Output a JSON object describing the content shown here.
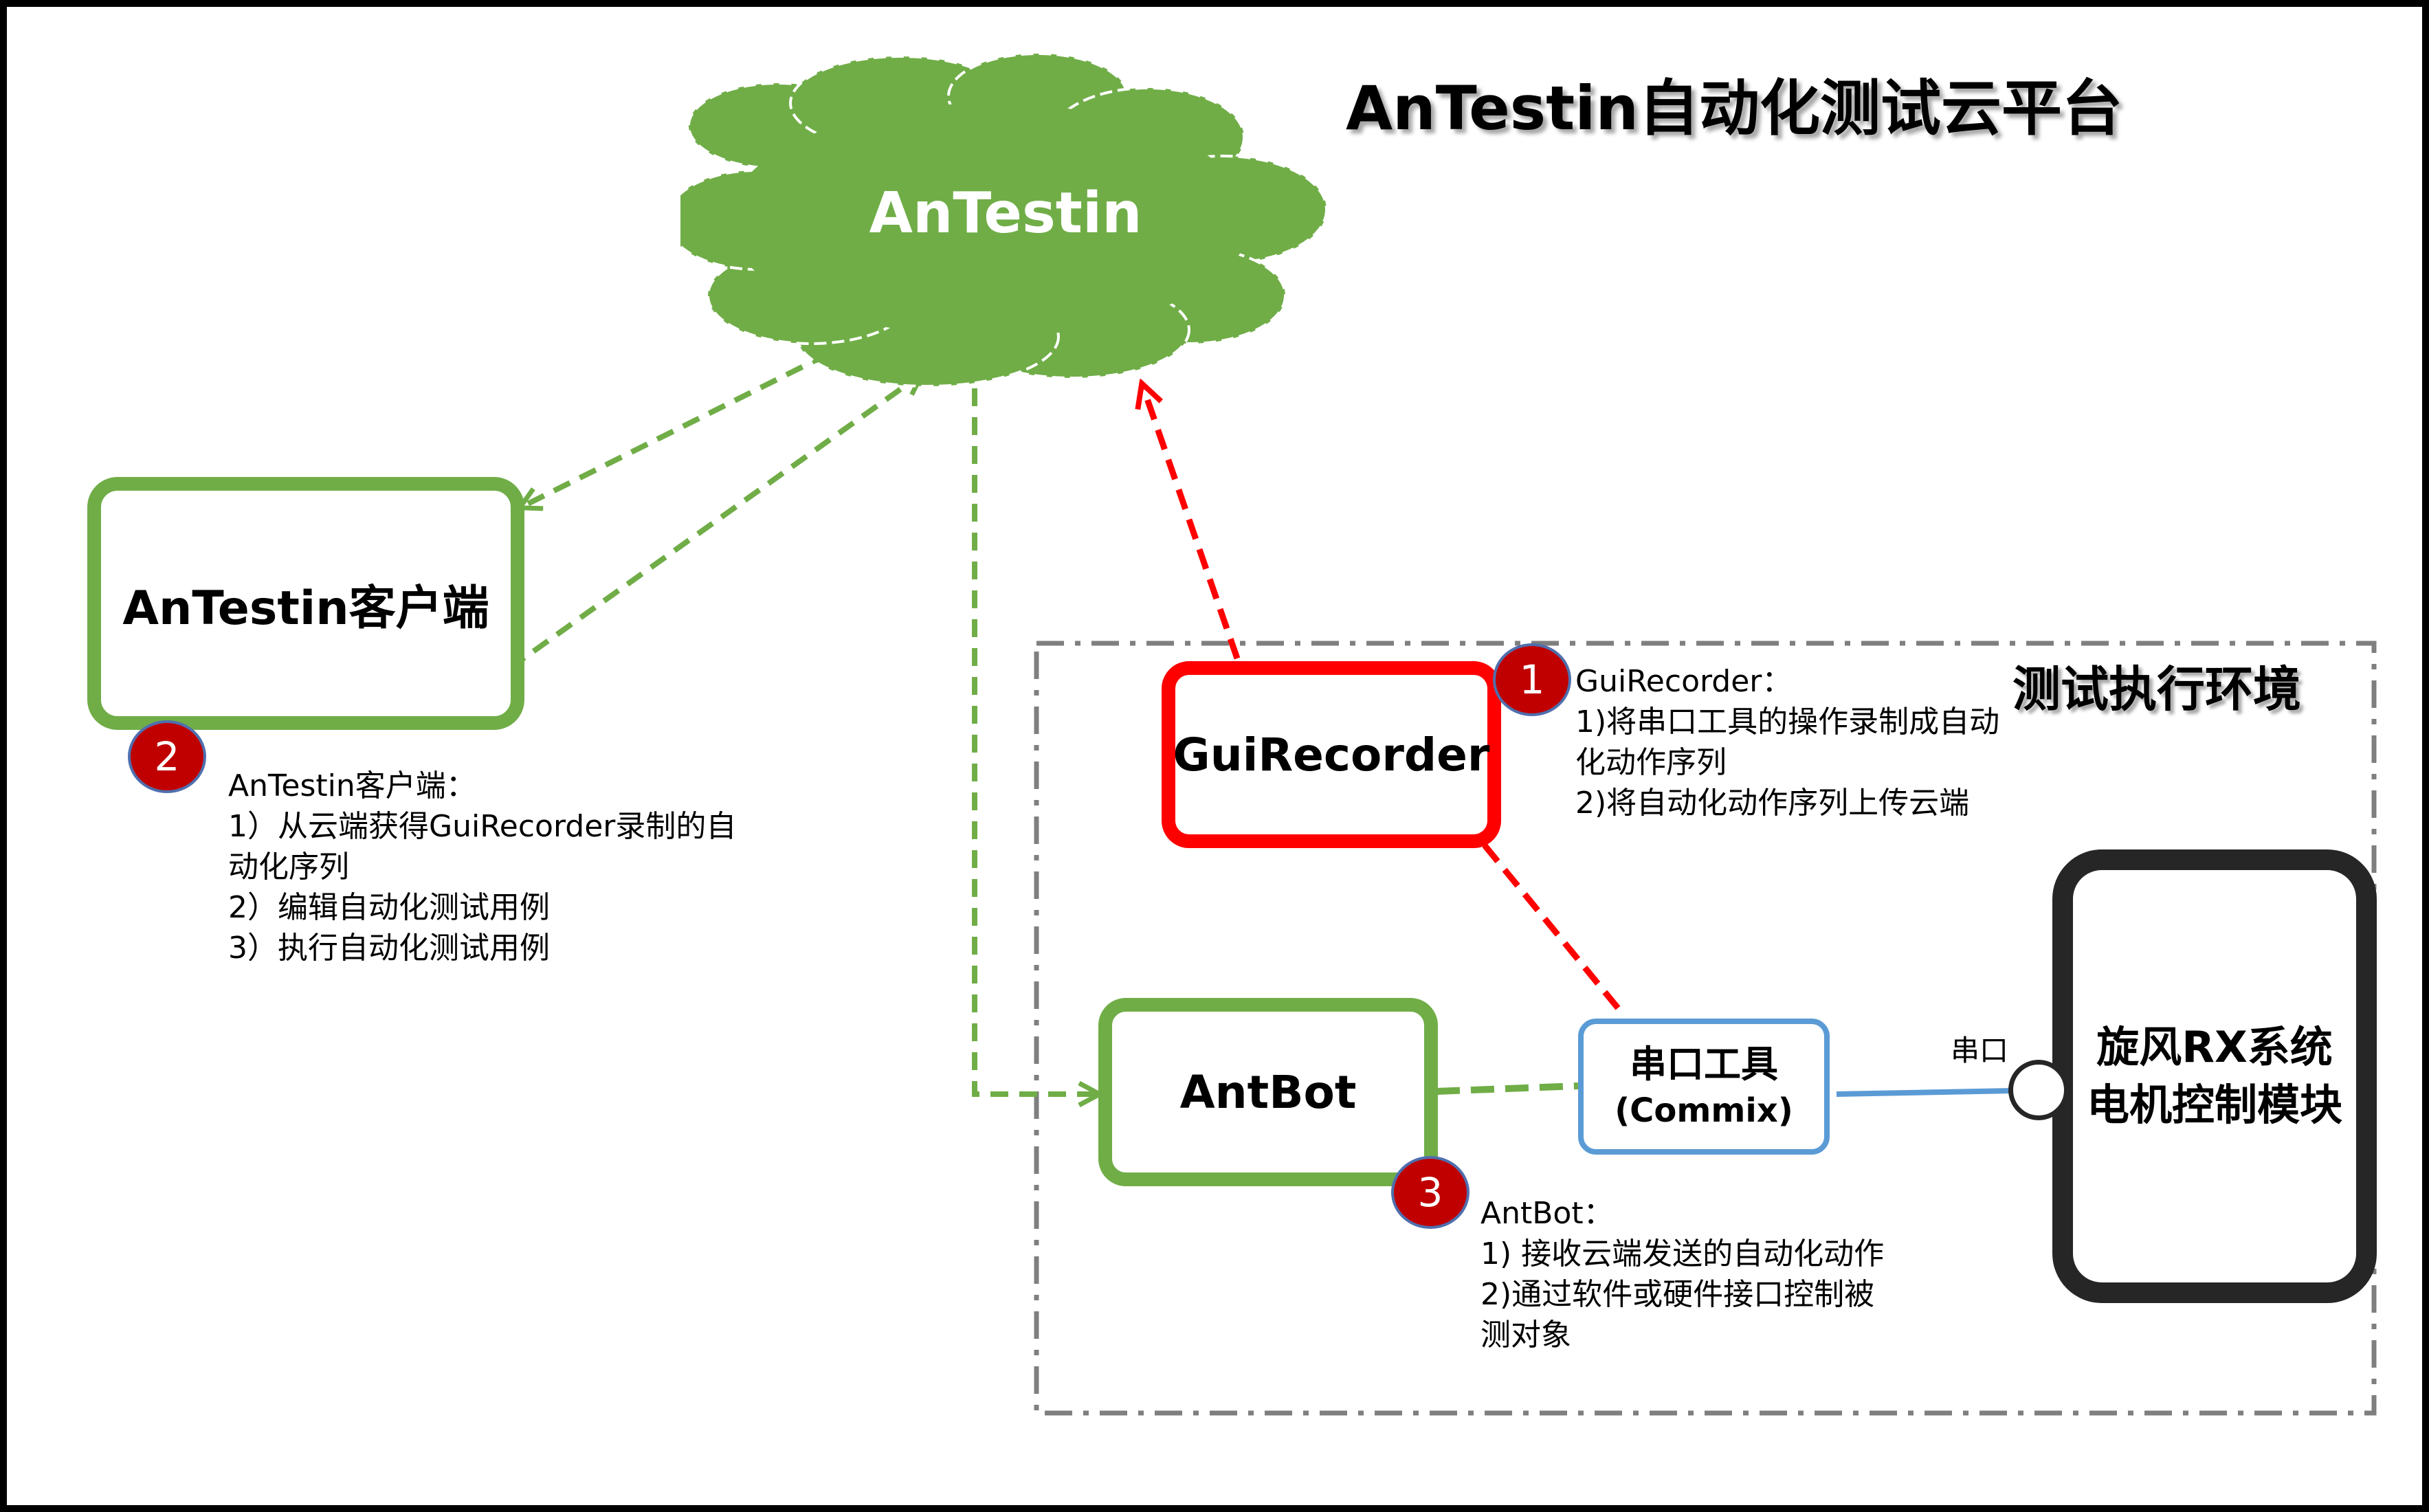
{
  "title": "AnTestin自动化测试云平台",
  "cloud": {
    "label": "AnTestin",
    "color": "#70ad47"
  },
  "environment": {
    "label": "测试执行环境"
  },
  "client_box": {
    "label": "AnTestin客户端"
  },
  "guirecorder_box": {
    "label": "GuiRecorder"
  },
  "antbot_box": {
    "label": "AntBot"
  },
  "serial_tool_box": {
    "line1": "串口工具",
    "line2": "(Commix)"
  },
  "motor_box": {
    "line1": "旋风RX系统",
    "line2": "电机控制模块"
  },
  "serial_port_label": "串口",
  "badges": {
    "one": "1",
    "two": "2",
    "three": "3"
  },
  "notes": {
    "guirecorder": {
      "heading": "GuiRecorder：",
      "lines": [
        "1)将串口工具的操作录制成自动",
        "化动作序列",
        "2)将自动化动作序列上传云端"
      ]
    },
    "client": {
      "heading": "AnTestin客户端：",
      "lines": [
        "1）从云端获得GuiRecorder录制的自",
        "动化序列",
        "2）编辑自动化测试用例",
        "3）执行自动化测试用例"
      ]
    },
    "antbot": {
      "heading": "AntBot：",
      "lines": [
        "1) 接收云端发送的自动化动作",
        "2)通过软件或硬件接口控制被",
        "测对象"
      ]
    }
  },
  "colors": {
    "green": "#70ad47",
    "red": "#ff0000",
    "blue": "#5b9bd5",
    "dark": "#262626",
    "gray": "#7f7f7f",
    "badge": "#c00000"
  }
}
